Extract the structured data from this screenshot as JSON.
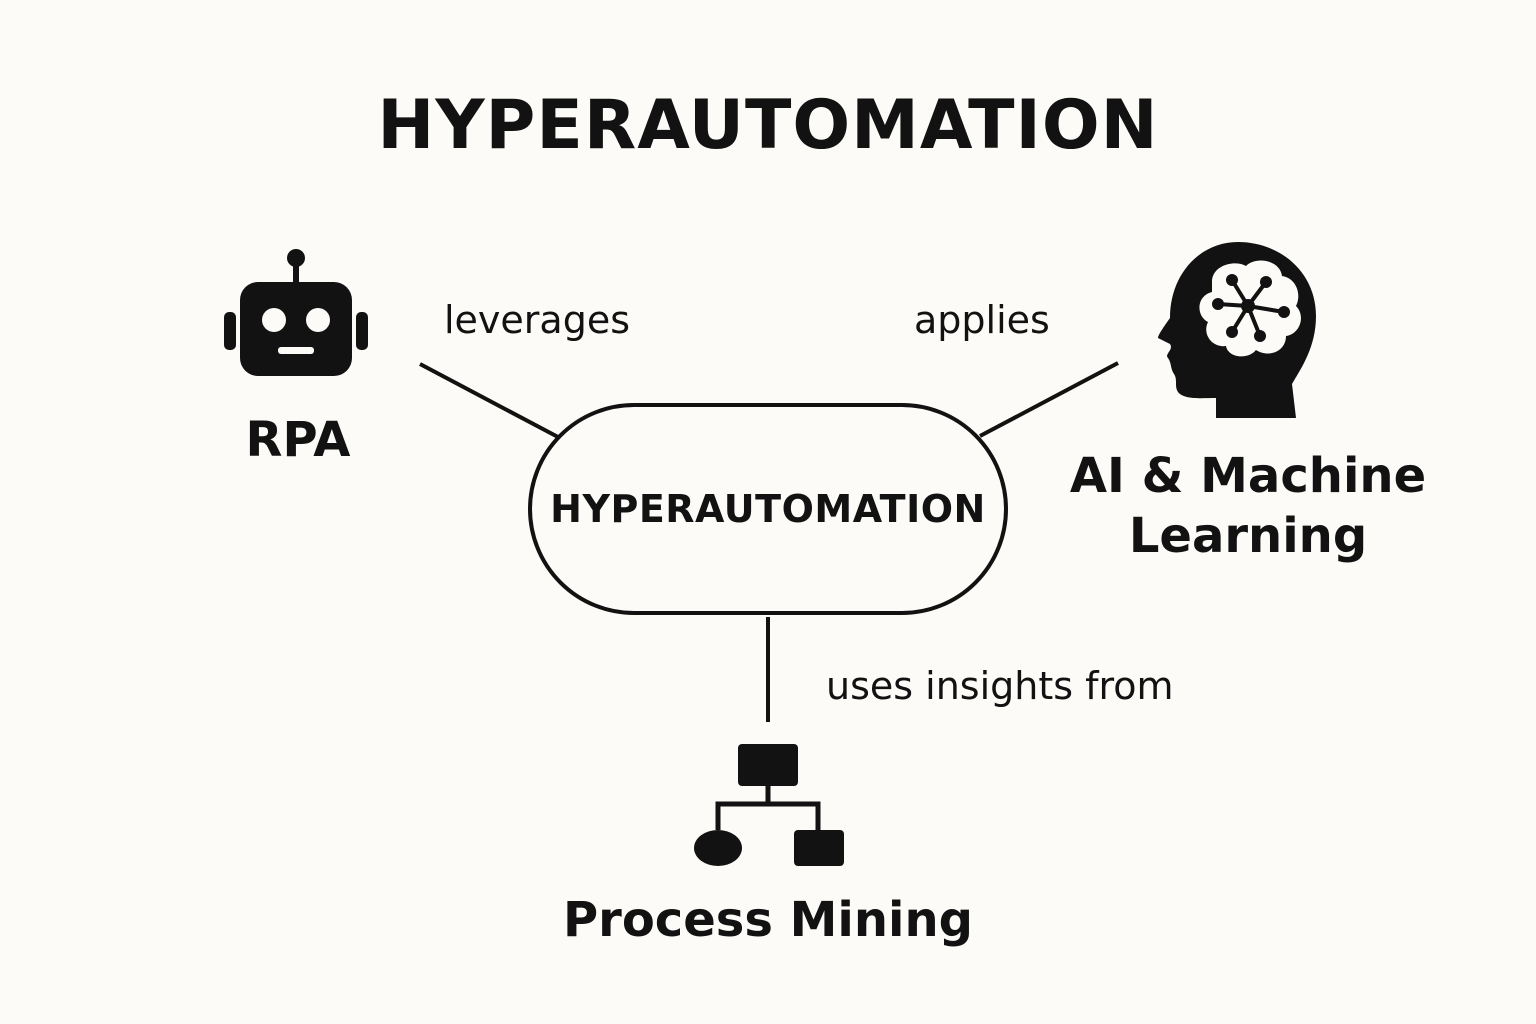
{
  "diagram": {
    "title": "HYPERAUTOMATION",
    "center": {
      "label": "HYPERAUTOMATION"
    },
    "nodes": [
      {
        "id": "rpa",
        "label": "RPA",
        "icon": "robot-icon"
      },
      {
        "id": "ai",
        "label_line1": "AI & Machine",
        "label_line2": "Learning",
        "icon": "brain-head-icon"
      },
      {
        "id": "pm",
        "label": "Process Mining",
        "icon": "hierarchy-icon"
      }
    ],
    "edges": [
      {
        "from": "center",
        "to": "rpa",
        "label": "leverages"
      },
      {
        "from": "center",
        "to": "ai",
        "label": "applies"
      },
      {
        "from": "center",
        "to": "pm",
        "label": "uses insights from"
      }
    ],
    "colors": {
      "background": "#fcfbf8",
      "ink": "#121212"
    }
  }
}
